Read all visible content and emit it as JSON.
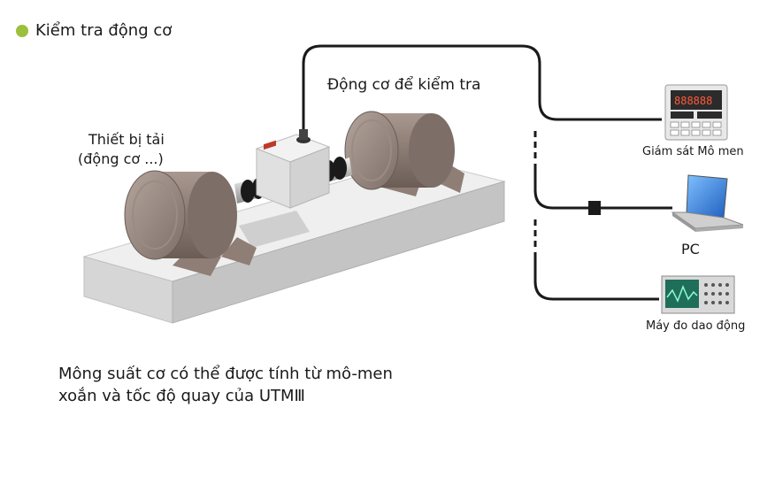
{
  "title": "Kiểm tra động cơ",
  "labels": {
    "motor_under_test": "Động cơ để kiểm tra",
    "load_device_line1": "Thiết bị tải",
    "load_device_line2": "(động cơ ...)",
    "torque_monitor": "Giám sát Mô men",
    "pc": "PC",
    "oscilloscope": "Máy đo dao động"
  },
  "caption": {
    "line1": "Mông suất cơ có thể được tính từ mô-men",
    "line2": "xoắn và tốc độ quay của UTMⅢ"
  },
  "colors": {
    "accent_dot": "#9bc03b",
    "motor": "#8a7a72",
    "base": "#ececec",
    "cable": "#1a1a1a",
    "screen": "#2f7fd6"
  }
}
